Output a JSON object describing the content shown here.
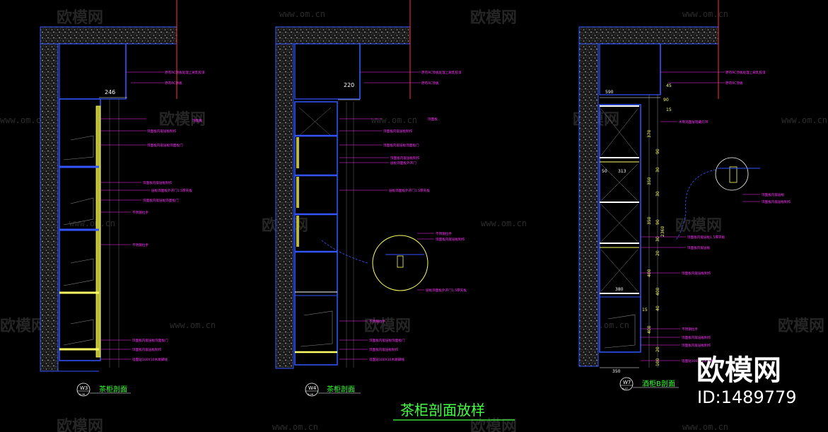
{
  "main_title": "茶柜剖面放样",
  "brand": {
    "name": "欧模网",
    "id": "ID:1489779"
  },
  "watermarks": {
    "logo": "欧模网",
    "url": "www.om.cn"
  },
  "sections": [
    {
      "code": "W3",
      "sheet": "X-06",
      "label": "茶柜剖面",
      "dims": [
        "246"
      ],
      "notes": [
        "原有RC顶板处理上刷乳胶漆",
        "原有RC顶板",
        "饰面板",
        "饰面板内嵌层板制作",
        "饰面板内嵌层板饰面板门",
        "饰面板内嵌层板制作",
        "层板饰面板外开门1.5厚夹板",
        "饰面板内嵌层板饰面板门",
        "不锈钢拉手",
        "不锈钢拉手",
        "饰面板内嵌层板饰面板门",
        "饰面板内嵌层板制作",
        "墙面贴100X10木踢脚线"
      ]
    },
    {
      "code": "W4",
      "sheet": "X-06",
      "label": "茶柜剖面",
      "dims": [
        "220"
      ],
      "notes": [
        "原有RC顶板处理上刷乳胶漆",
        "原有RC顶板",
        "饰面板",
        "饰面板内嵌层板制作",
        "饰面板内嵌层板饰面板门",
        "饰面板内嵌层板制作",
        "层板饰面板外开门",
        "层板饰面板外开门1.5厚夹板",
        "不锈钢拉手",
        "饰面板内嵌层板制作",
        "层板饰面板外开门1.5厚夹板",
        "不锈钢拉手",
        "饰面板内嵌层板饰面板门",
        "饰面板内嵌层板制作",
        "墙面贴100X10木踢脚线"
      ]
    },
    {
      "code": "W7",
      "sheet": "X-07",
      "label": "酒柜B剖面",
      "dims": [
        "590",
        "45",
        "90",
        "15",
        "370",
        "90",
        "313",
        "50",
        "30",
        "350",
        "30",
        "350",
        "90",
        "30",
        "2360",
        "20",
        "400",
        "380",
        "15",
        "400",
        "40",
        "400",
        "20",
        "100",
        "350"
      ],
      "notes": [
        "原有RC顶板处理上刷乳胶漆",
        "原有RC顶板",
        "木制饰面层暗藏灯带",
        "饰面板内嵌层板1.5厚夹板",
        "饰面板内嵌层板",
        "饰面板内嵌层板制作",
        "不锈钢拉手",
        "饰面板内嵌层板制作",
        "饰面板内嵌层板制作",
        "墙面贴100X10木踢脚线",
        "饰面板内嵌层板",
        "饰面板内嵌层板制作"
      ]
    }
  ]
}
